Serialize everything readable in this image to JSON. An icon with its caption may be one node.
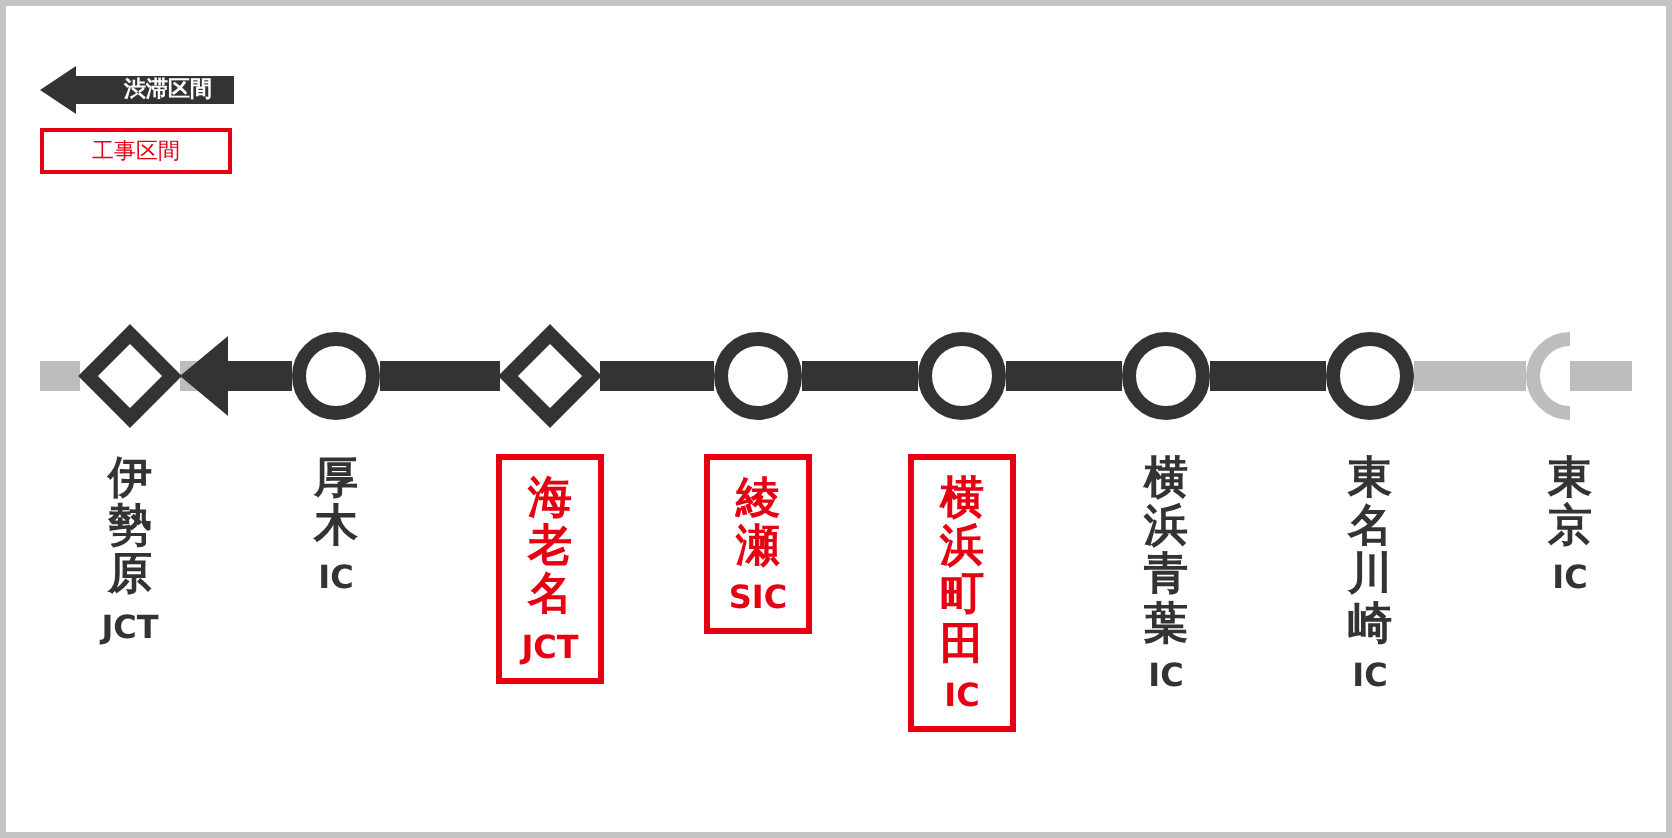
{
  "diagram": {
    "nodes": [
      {
        "text": [],
        "shape": "diamond",
        "beside": [
          "伊勢原",
          "JCT"
        ]
      },
      {
        "text": [],
        "shape": "circle",
        "beside": [
          "厚木",
          "IC"
        ]
      },
      {
        "text": [],
        "shape": "diamond"
      },
      {
        "text": [
          "海老名",
          "JCT"
        ]
      },
      {
        "text": [],
        "shape": "circle"
      },
      {
        "text": [
          "綾瀬",
          "SIC"
        ]
      },
      {
        "text": [],
        "shape": "circle"
      },
      {
        "text": [
          "横浜町田",
          "IC"
        ]
      },
      {
        "text": [],
        "shape": "circle",
        "beside": [
          "横浜青葉",
          "IC"
        ]
      },
      {
        "text": [],
        "shape": "circle",
        "beside": [
          "東名川崎",
          "IC"
        ]
      },
      {
        "text": [],
        "shape": "semicircle",
        "beside": [
          "東京",
          "IC"
        ]
      }
    ],
    "edges": [
      {
        "from": null,
        "to": 0,
        "arrow": "none",
        "color": "#bdbdbd"
      },
      {
        "from": 0,
        "to": 1,
        "arrow": "none",
        "color": "#bdbdbd"
      },
      {
        "from": 9,
        "to": 10,
        "arrow": "none",
        "color": "#bdbdbd"
      },
      {
        "from": 10,
        "to": null,
        "arrow": "none",
        "color": "#bdbdbd"
      },
      {
        "from": 9,
        "to": 8,
        "arrow": "none"
      },
      {
        "from": 8,
        "to": 6,
        "arrow": "none"
      },
      {
        "from": 6,
        "to": 4,
        "arrow": "none"
      },
      {
        "from": 4,
        "to": 2,
        "arrow": "none"
      },
      {
        "from": 2,
        "to": 1,
        "arrow": "none"
      },
      {
        "from": 1,
        "to": 0,
        "arrow": "to"
      }
    ],
    "legend": [
      {
        "text": "渋滞区間"
      },
      {
        "text": "工事区間"
      }
    ]
  }
}
